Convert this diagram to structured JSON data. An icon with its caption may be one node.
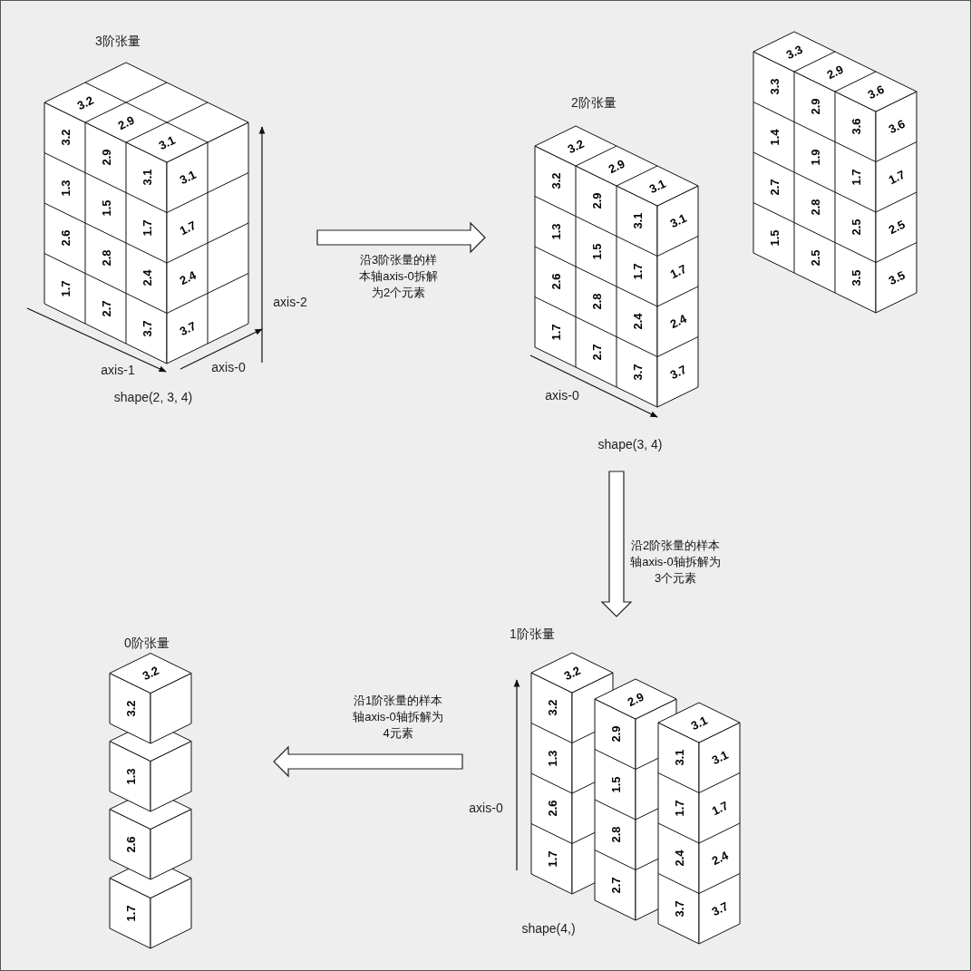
{
  "diagram": {
    "nodes": [
      {
        "text": [
          "3阶张量"
        ],
        "beside": [
          "shape(2, 3, 4)"
        ]
      },
      {
        "text": [
          "2阶张量"
        ],
        "beside": [
          "shape(3, 4)"
        ]
      },
      {
        "text": [],
        "shape": "box"
      },
      {
        "text": [
          "1阶张量",
          "shape(4,)"
        ]
      },
      {
        "text": [
          "0阶张量"
        ]
      }
    ],
    "edges": [
      {
        "from": 0,
        "to": 1,
        "arrow": "to",
        "label": "沿3阶张量的样本轴axis-0拆解为2个元素"
      },
      {
        "from": 1,
        "to": 3,
        "arrow": "to",
        "label": "沿2阶张量的样本轴axis-0轴拆解为3个元素"
      },
      {
        "from": 3,
        "to": 4,
        "arrow": "to",
        "label": "沿1阶张量的样本轴axis-0轴拆解为4元素"
      }
    ],
    "labels": [
      "3.2",
      "3.2",
      "1.3",
      "2.6",
      "1.7",
      "2.9",
      "2.9",
      "1.5",
      "2.8",
      "2.7",
      "3.1",
      "3.1",
      "1.7",
      "2.4",
      "3.7",
      "3.1",
      "1.7",
      "2.4",
      "3.7",
      "axis-2",
      "axis-1",
      "axis-0",
      "3.2",
      "3.2",
      "1.3",
      "2.6",
      "1.7",
      "2.9",
      "2.9",
      "1.5",
      "2.8",
      "2.7",
      "3.1",
      "3.1",
      "1.7",
      "2.4",
      "3.7",
      "3.1",
      "1.7",
      "2.4",
      "3.7",
      "axis-0",
      "3.3",
      "3.3",
      "1.4",
      "2.7",
      "1.5",
      "2.9",
      "2.9",
      "1.9",
      "2.8",
      "2.5",
      "3.6",
      "3.6",
      "1.7",
      "2.5",
      "3.5",
      "3.6",
      "1.7",
      "2.5",
      "3.5",
      "3.2",
      "3.2",
      "1.3",
      "2.6",
      "1.7",
      "2.9",
      "2.9",
      "1.5",
      "2.8",
      "2.7",
      "3.1",
      "3.1",
      "1.7",
      "2.4",
      "3.7",
      "3.1",
      "1.7",
      "2.4",
      "3.7",
      "axis-0",
      "3.2",
      "3.2",
      "1.3",
      "2.6",
      "1.7"
    ]
  }
}
